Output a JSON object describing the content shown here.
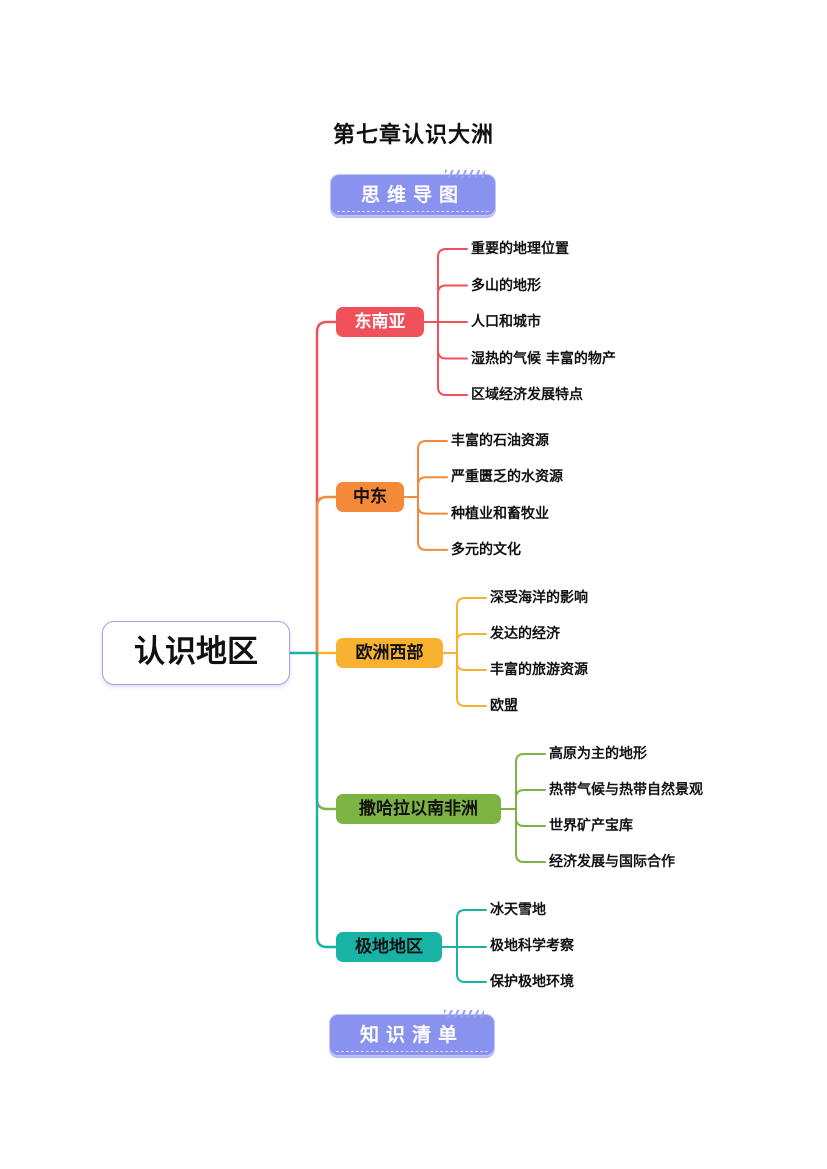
{
  "title": "第七章认识大洲",
  "badges": {
    "mindmap": "思维导图",
    "knowledge_list": "知识清单"
  },
  "root": {
    "label": "认识地区",
    "border_color": "#a6a2e2"
  },
  "branches": [
    {
      "label": "东南亚",
      "color": "#f0505a",
      "text_color": "#ffffff",
      "children": [
        "重要的地理位置",
        "多山的地形",
        "人口和城市",
        "湿热的气候 丰富的物产",
        "区域经济发展特点"
      ]
    },
    {
      "label": "中东",
      "color": "#f5893a",
      "text_color": "#111111",
      "children": [
        "丰富的石油资源",
        "严重匮乏的水资源",
        "种植业和畜牧业",
        "多元的文化"
      ]
    },
    {
      "label": "欧洲西部",
      "color": "#f9b230",
      "text_color": "#111111",
      "children": [
        "深受海洋的影响",
        "发达的经济",
        "丰富的旅游资源",
        "欧盟"
      ]
    },
    {
      "label": "撒哈拉以南非洲",
      "color": "#7cb342",
      "text_color": "#111111",
      "children": [
        "高原为主的地形",
        "热带气候与热带自然景观",
        "世界矿产宝库",
        "经济发展与国际合作"
      ]
    },
    {
      "label": "极地地区",
      "color": "#19b3a6",
      "text_color": "#111111",
      "children": [
        "冰天雪地",
        "极地科学考察",
        "保护极地环境"
      ]
    }
  ]
}
